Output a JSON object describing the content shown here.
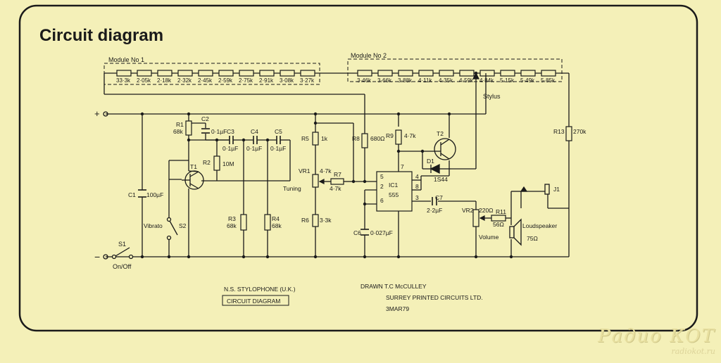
{
  "title": "Circuit diagram",
  "modules": [
    {
      "label": "Module No 1",
      "resistors": [
        "33·3k",
        "2·05k",
        "2·18k",
        "2·32k",
        "2·45k",
        "2·59k",
        "2·75k",
        "2·91k",
        "3·08k",
        "3·27k"
      ]
    },
    {
      "label": "Module No 2",
      "resistors": [
        "3·46k",
        "3·66k",
        "3·88k",
        "4·11k",
        "4·35k",
        "4·59k",
        "4·84k",
        "5·15k",
        "5·49k",
        "5·85k"
      ]
    }
  ],
  "labels": {
    "plus": "+",
    "minus": "−",
    "stylus": "Stylus",
    "r1": "R1",
    "r1v": "68k",
    "c2": "C2",
    "c2v": "0·1µF",
    "c3": "C3",
    "c3v": "0·1µF",
    "c4": "C4",
    "c4v": "0·1µF",
    "c5": "C5",
    "c5v": "0·1µF",
    "r2": "R2",
    "r2v": "10M",
    "t1": "T1",
    "c1": "C1",
    "c1v": "100µF",
    "r3": "R3",
    "r3v": "68k",
    "r4": "R4",
    "r4v": "68k",
    "r5": "R5",
    "r5v": "1k",
    "vr1": "VR1",
    "vr1v": "4·7k",
    "r7": "R7",
    "r7v": "4·7k",
    "tuning": "Tuning",
    "r6": "R6",
    "r6v": "3·3k",
    "r8": "R8",
    "r8v": "680Ω",
    "r9": "R9",
    "r9v": "4·7k",
    "t2": "T2",
    "d1": "D1",
    "d1v": "1S44",
    "ic1": "IC1",
    "ic1v": "555",
    "pin5": "5",
    "pin7": "7",
    "pin4": "4",
    "pin2": "2",
    "pin8": "8",
    "pin6": "6",
    "pin3": "3",
    "c7": "C7",
    "c7v": "2·2µF",
    "c6": "C6",
    "c6v": "0·027µF",
    "vr2": "VR2",
    "vr2v": "220Ω",
    "volume": "Volume",
    "r11": "R11",
    "r11v": "56Ω",
    "r13": "R13",
    "r13v": "270k",
    "j1": "J1",
    "loudspeaker": "Loudspeaker",
    "spkv": "75Ω",
    "vibrato": "Vibrato",
    "s2": "S2",
    "s1": "S1",
    "onoff": "On/Off"
  },
  "footer": {
    "product": "N.S. STYLOPHONE (U.K.)",
    "boxed": "CIRCUIT DIAGRAM",
    "drawn": "DRAWN  T.C McCULLEY",
    "company": "SURREY PRINTED CIRCUITS LTD.",
    "date": "3MAR79"
  },
  "watermark": {
    "big": "Радио КОТ",
    "small": "radiokot.ru"
  },
  "colors": {
    "paper": "#f4f0b8",
    "ink": "#1a1a1a"
  }
}
